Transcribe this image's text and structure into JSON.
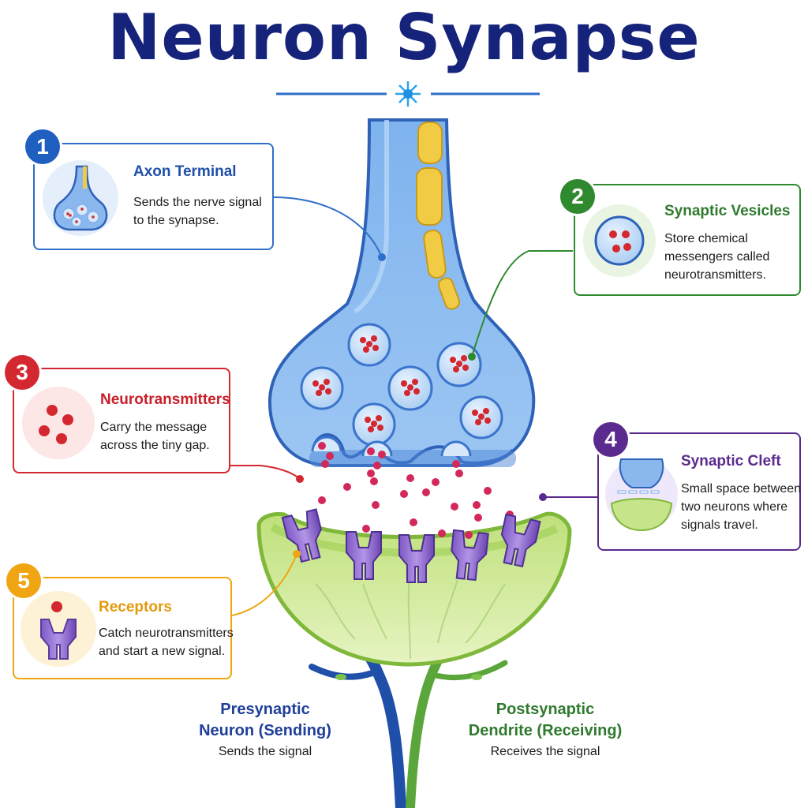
{
  "title": "Neuron Synapse",
  "colors": {
    "title": "#16237a",
    "axon": "#2f6fc9",
    "vesicles": "#2f8a2f",
    "neurotransmitters": "#d3282f",
    "cleft": "#5b2a8e",
    "receptors": "#f0a512",
    "dendrite": "#8bc34a"
  },
  "cards": {
    "axon_terminal": {
      "number": "1",
      "title": "Axon Terminal",
      "description": [
        "Sends the nerve signal",
        "to the synapse."
      ],
      "icon": "axon-terminal-icon"
    },
    "synaptic_vesicles": {
      "number": "2",
      "title": "Synaptic Vesicles",
      "description": [
        "Store chemical",
        "messengers called",
        "neurotransmitters."
      ],
      "icon": "vesicle-icon"
    },
    "neurotransmitters": {
      "number": "3",
      "title": "Neurotransmitters",
      "description": [
        "Carry the message",
        "across the tiny gap."
      ],
      "icon": "neurotransmitter-icon"
    },
    "synaptic_cleft": {
      "number": "4",
      "title": "Synaptic Cleft",
      "description": [
        "Small space between",
        "two neurons where",
        "signals travel."
      ],
      "icon": "synaptic-cleft-icon"
    },
    "receptors": {
      "number": "5",
      "title": "Receptors",
      "description": [
        "Catch neurotransmitters",
        "and start a new signal."
      ],
      "icon": "receptor-icon"
    }
  },
  "bottom": {
    "presynaptic": {
      "title": [
        "Presynaptic",
        "Neuron (Sending)"
      ],
      "subtitle": "Sends the signal"
    },
    "postsynaptic": {
      "title": [
        "Postsynaptic",
        "Dendrite (Receiving)"
      ],
      "subtitle": "Receives the signal"
    }
  }
}
